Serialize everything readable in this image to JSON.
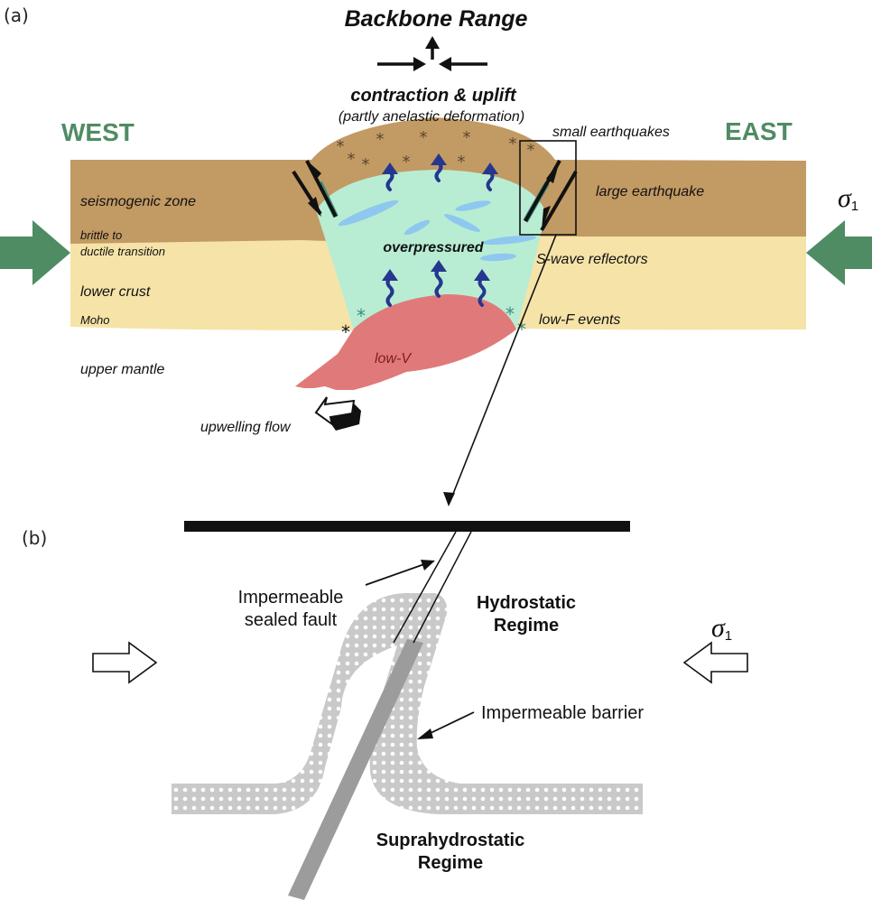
{
  "panel_a": {
    "label": "(a)",
    "title": "Backbone Range",
    "contraction": "contraction & uplift",
    "anelastic": "(partly anelastic deformation)",
    "west": "WEST",
    "east": "EAST",
    "sigma_symbol": "σ",
    "sigma_sub": "1",
    "layers": {
      "seismogenic": "seismogenic zone",
      "brittle_1": "brittle to",
      "brittle_2": "ductile transition",
      "lower_crust": "lower crust",
      "moho": "Moho",
      "upper_mantle": "upper mantle"
    },
    "labels": {
      "small_eq": "small earthquakes",
      "large_eq": "large earthquake",
      "overpressured": "overpressured",
      "s_wave": "S-wave reflectors",
      "low_f": "low-F events",
      "low_v": "low-V",
      "upwelling": "upwelling flow"
    },
    "colors": {
      "seismogenic": "#c29a63",
      "lower_crust": "#f6e3a8",
      "overpressured": "#b8edd4",
      "low_v": "#e07a7a",
      "direction": "#4f8c63",
      "fluid_arrow": "#26378f",
      "reflector": "#8ec8ef"
    }
  },
  "panel_b": {
    "label": "(b)",
    "sealed_1": "Impermeable",
    "sealed_2": "sealed fault",
    "hydro_1": "Hydrostatic",
    "hydro_2": "Regime",
    "barrier": "Impermeable barrier",
    "supra_1": "Suprahydrostatic",
    "supra_2": "Regime",
    "sigma_symbol": "σ",
    "sigma_sub": "1",
    "colors": {
      "barrier": "#c9c9c9",
      "fault": "#9c9c9c"
    }
  }
}
